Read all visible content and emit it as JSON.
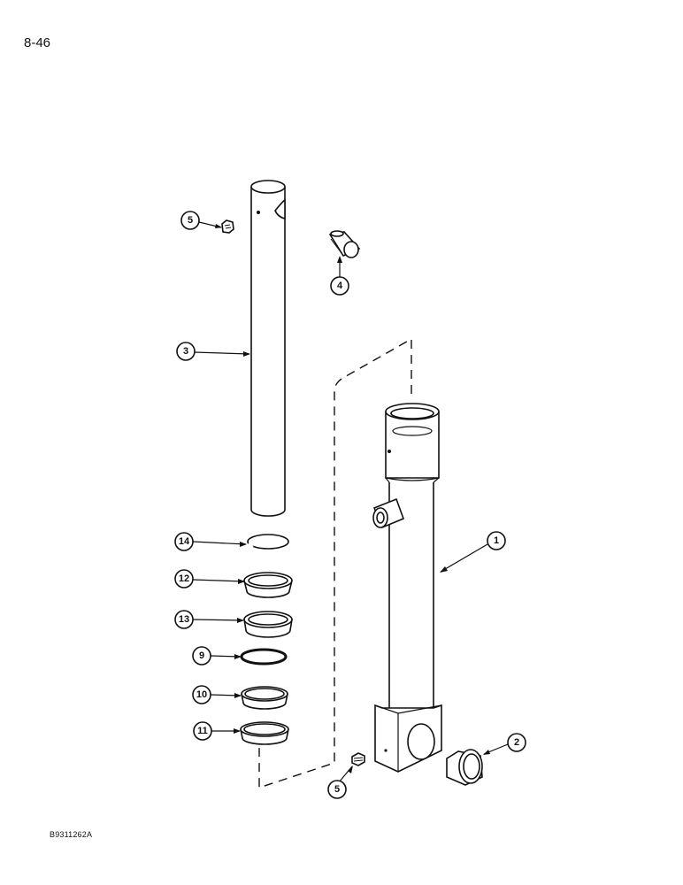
{
  "page": {
    "number": "8-46",
    "figure_code": "B9311262A"
  },
  "callouts": [
    {
      "id": "c5a",
      "label": "5"
    },
    {
      "id": "c4",
      "label": "4"
    },
    {
      "id": "c3",
      "label": "3"
    },
    {
      "id": "c1",
      "label": "1"
    },
    {
      "id": "c14",
      "label": "14"
    },
    {
      "id": "c12",
      "label": "12"
    },
    {
      "id": "c13",
      "label": "13"
    },
    {
      "id": "c9",
      "label": "9"
    },
    {
      "id": "c10",
      "label": "10"
    },
    {
      "id": "c11",
      "label": "11"
    },
    {
      "id": "c2",
      "label": "2"
    },
    {
      "id": "c5b",
      "label": "5"
    }
  ]
}
